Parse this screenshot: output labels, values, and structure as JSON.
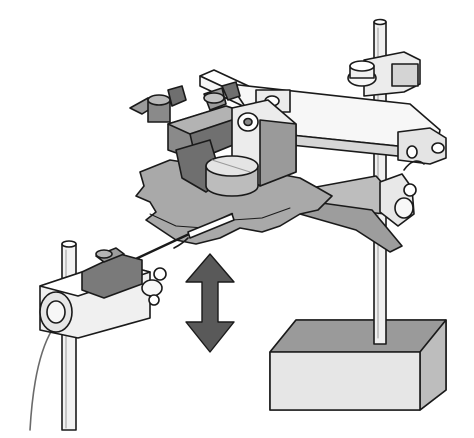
{
  "figure": {
    "components": [
      {
        "name": "support-stand-right",
        "fill": "#e0e0e0"
      },
      {
        "name": "stand-base",
        "fill": "#8c8c8c"
      },
      {
        "name": "horizontal-crossbar",
        "fill": "#f2f2f2"
      },
      {
        "name": "tissue-specimen",
        "fill": "#a9a9a9"
      },
      {
        "name": "specimen-holder-clamp",
        "fill": "#7a7a7a"
      },
      {
        "name": "cylindrical-disc",
        "fill": "#d8d8d8"
      },
      {
        "name": "electrode-probe",
        "fill": "#ffffff"
      },
      {
        "name": "manipulator-block-left",
        "fill": "#ececec"
      },
      {
        "name": "support-stand-left",
        "fill": "#ececec"
      },
      {
        "name": "spring-clip-clamp",
        "fill": "#bdbdbd"
      }
    ],
    "arrow": {
      "direction": "vertical-bidirectional",
      "fill": "#595959"
    },
    "stroke": "#1a1a1a"
  }
}
